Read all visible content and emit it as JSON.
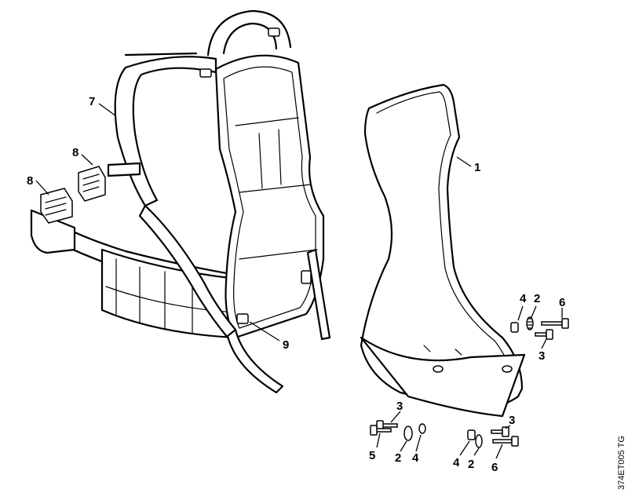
{
  "labels": {
    "harness": "7",
    "buckle_upper": "8",
    "buckle_lower": "8",
    "frame": "1",
    "strap_buckle": "9",
    "right_group": {
      "a": "4",
      "b": "2",
      "c": "6",
      "d": "3"
    },
    "bottom_left_group": {
      "a": "3",
      "b": "5",
      "c": "2",
      "d": "4"
    },
    "bottom_right_group": {
      "a": "3",
      "b": "4",
      "c": "2",
      "d": "6"
    }
  },
  "drawing_code": "374ET005 TG"
}
